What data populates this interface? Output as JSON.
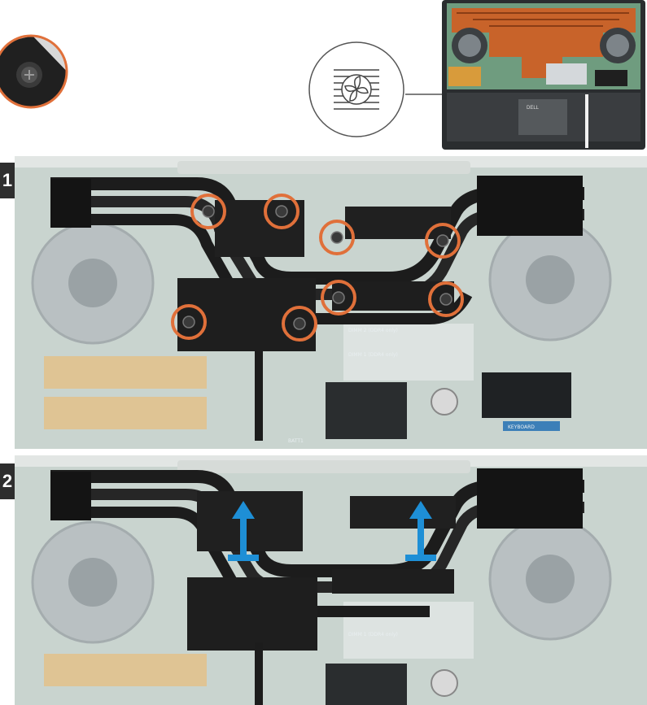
{
  "steps": [
    {
      "number": "1",
      "action": "remove-screws",
      "screw_count": 8
    },
    {
      "number": "2",
      "action": "lift-heat-sink"
    }
  ],
  "board_labels": {
    "dimm2": "DIMM 2\n(DDR4 only)",
    "dimm1": "DIMM 1\n(DDR4 only)",
    "batt": "BATT1",
    "keyboard": "KEYBOARD"
  },
  "battery_label": "DELL",
  "icons": {
    "screw_callout": "screw-callout-icon",
    "component": "fan-heatsink-icon",
    "lift": "lift-arrow-icon"
  },
  "colors": {
    "screw_highlight": "#e0703a",
    "arrow": "#1e8fd6",
    "heatsink": "#1c1c1c",
    "board": "#c9d4cf",
    "copper": "#c8632a"
  }
}
